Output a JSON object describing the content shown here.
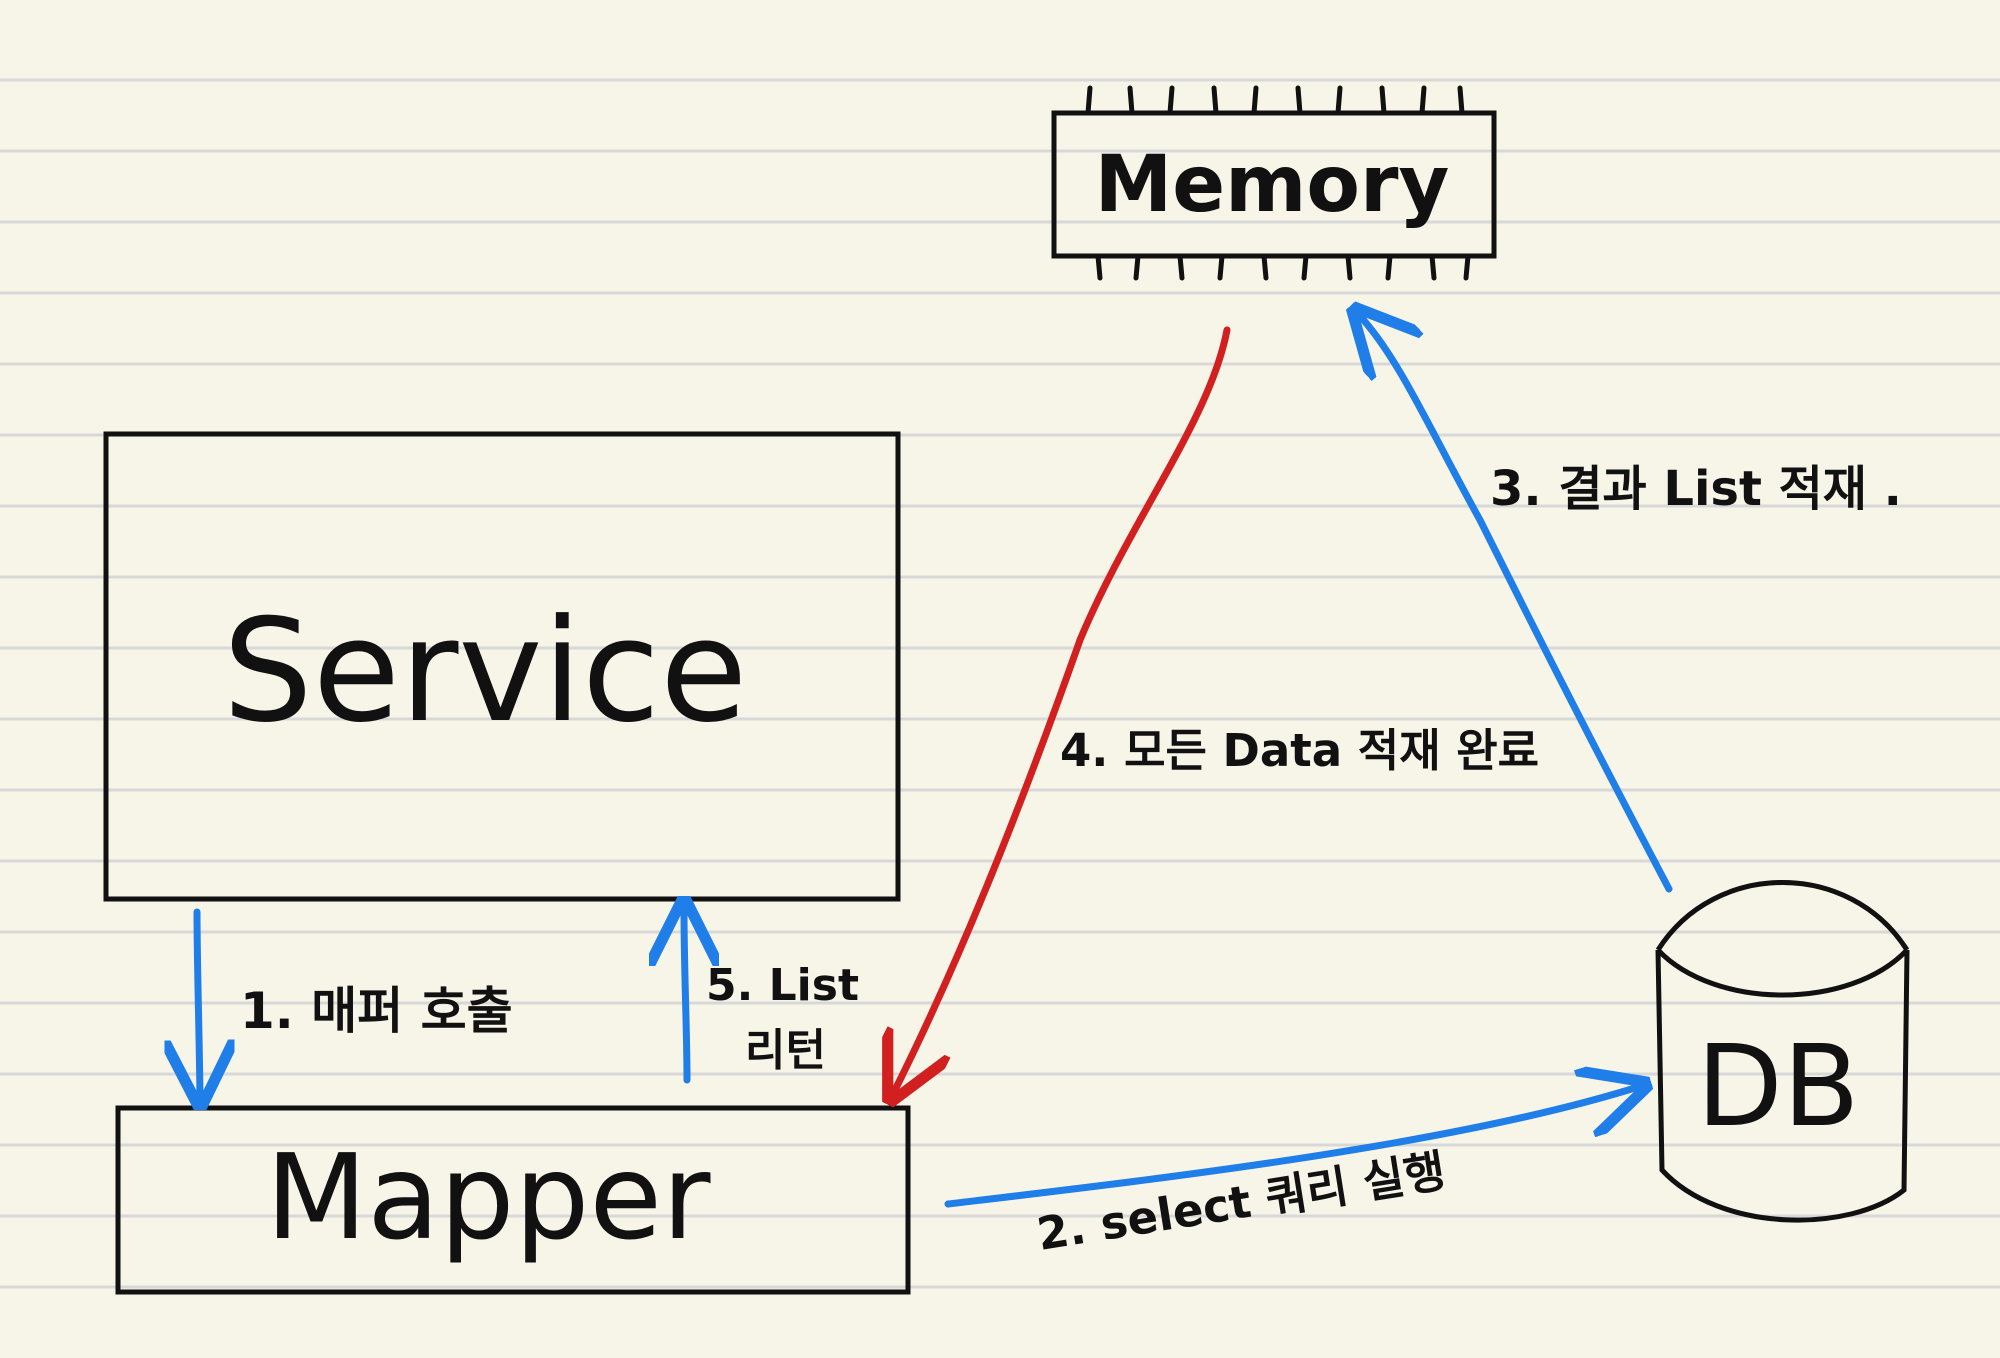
{
  "nodes": {
    "service": "Service",
    "mapper": "Mapper",
    "memory": "Memory",
    "db": "DB"
  },
  "steps": {
    "step1": "1. 매퍼 호출",
    "step2": "2. select 쿼리 실행",
    "step3": "3. 결과 List 적재 .",
    "step4": "4. 모든 Data 적재 완료",
    "step5_line1": "5. List",
    "step5_line2": "리턴"
  },
  "colors": {
    "paper": "#f7f4e8",
    "ruled_line": "#d8d8d8",
    "blue_arrow": "#1f7ee8",
    "red_arrow": "#d21f1f",
    "ink": "#111111"
  }
}
